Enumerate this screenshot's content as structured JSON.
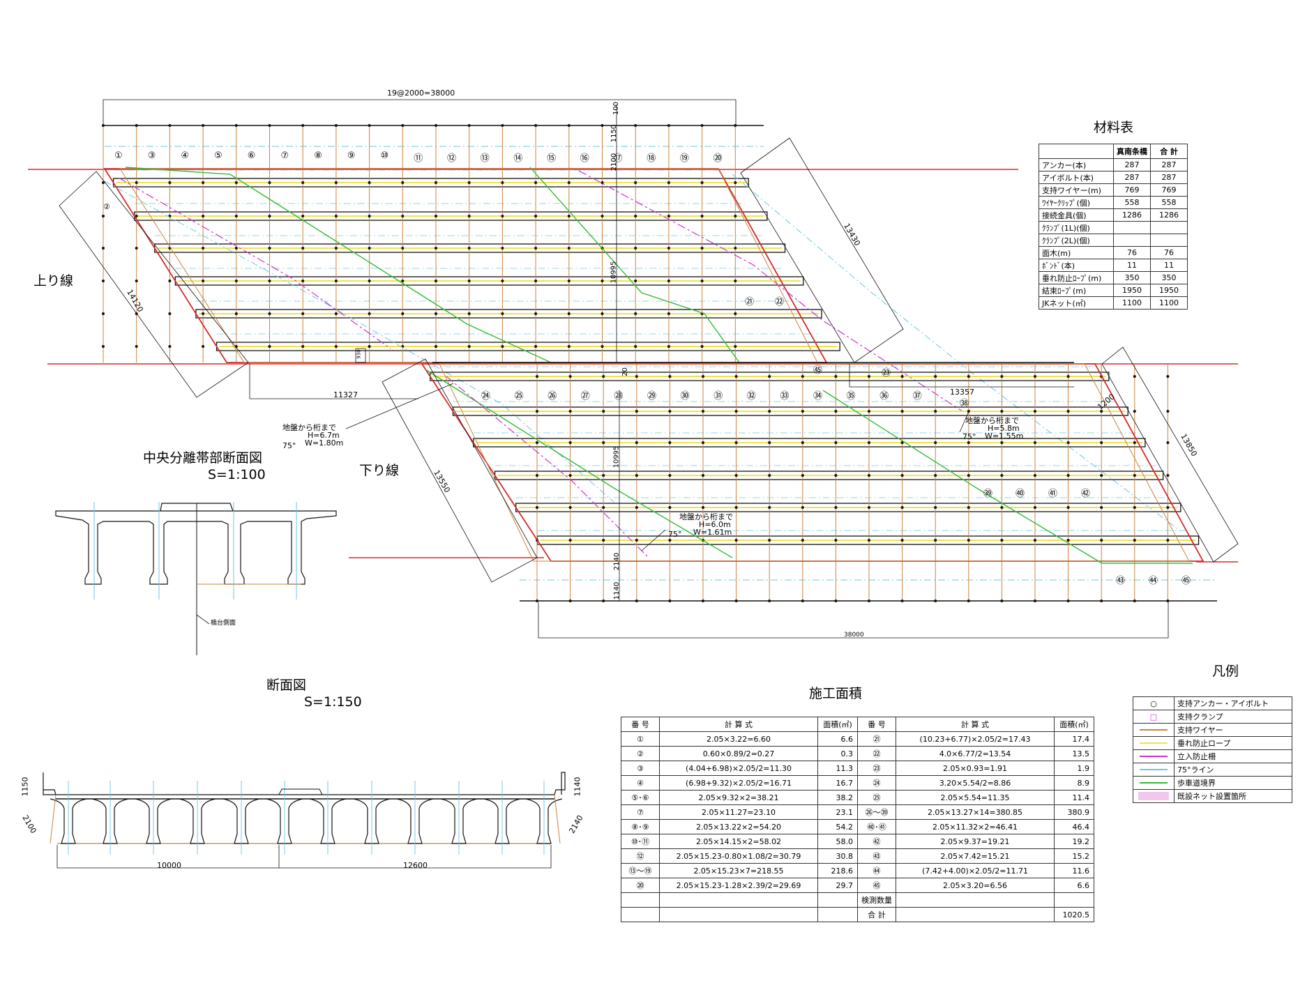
{
  "colors": {
    "red": "#d42a2a",
    "orange": "#c8843c",
    "yellow": "#f2e24a",
    "magenta": "#cc33cc",
    "cyan": "#6cc6e6",
    "green": "#33bb33",
    "pink": "#f0c8ec",
    "black": "#111111"
  },
  "labels": {
    "up_line": "上り線",
    "down_line": "下り線",
    "median_title": "中央分離帯部断面図",
    "median_scale": "S=1:100",
    "section_title": "断面図",
    "section_scale": "S=1:150",
    "material_title": "材料表",
    "area_title": "施工面積",
    "legend_title": "凡例",
    "abutment_side": "橋台側面"
  },
  "dims": {
    "top_span": "19@2000=38000",
    "bottom_span": "38000",
    "top_100": "100",
    "top_1150": "1150",
    "top_2100": "2100",
    "top_10995": "10995",
    "mid_20": "20",
    "mid_930": "930",
    "low_10995": "10995",
    "low_2140": "2140",
    "low_1140": "1140",
    "d11327": "11327",
    "d13357": "13357",
    "d14120": "14120",
    "d13430": "13430",
    "d13550": "13550",
    "d13850": "13850",
    "d1200": "1200",
    "sec_1150": "1150",
    "sec_2100": "2100",
    "sec_1140": "1140",
    "sec_2140": "2140",
    "sec_10000": "10000",
    "sec_12600": "12600"
  },
  "notes": {
    "n1": {
      "t": "地盤から桁まで",
      "h": "H=6.7m",
      "w": "W=1.80m",
      "a": "75°"
    },
    "n2": {
      "t": "地盤から桁まで",
      "h": "H=5.8m",
      "w": "W=1.55m",
      "a": "75°"
    },
    "n3": {
      "t": "地盤から桁まで",
      "h": "H=6.0m",
      "w": "W=1.61m",
      "a": "75°"
    }
  },
  "spans": {
    "top": [
      "①",
      "③",
      "④",
      "⑤",
      "⑥",
      "⑦",
      "⑧",
      "⑨",
      "⑩",
      "⑪",
      "⑫",
      "⑬",
      "⑭",
      "⑮",
      "⑯",
      "⑰",
      "⑱",
      "⑲",
      "⑳"
    ],
    "bottom": [
      "㉔",
      "㉕",
      "㉖",
      "㉗",
      "㉘",
      "㉙",
      "㉚",
      "㉛",
      "㉜",
      "㉝",
      "㉞",
      "㉟",
      "㊱",
      "㊲"
    ],
    "misc": {
      "s2": "②",
      "s21": "㉑",
      "s22": "㉒",
      "s45a": "㊺",
      "s23": "㉓",
      "s38": "㊳",
      "s39": "㊴",
      "s40": "㊵",
      "s41": "㊶",
      "s42": "㊷",
      "s43": "㊸",
      "s44": "㊹",
      "s45b": "㊺"
    }
  },
  "materials": {
    "header": [
      "",
      "真南条橋",
      "合 計"
    ],
    "rows": [
      [
        "アンカー(本)",
        "287",
        "287"
      ],
      [
        "アイボルト(本)",
        "287",
        "287"
      ],
      [
        "支持ワイヤー(m)",
        "769",
        "769"
      ],
      [
        "ﾜｲﾔｰｸﾘｯﾌﾟ(個)",
        "558",
        "558"
      ],
      [
        "接続金具(個)",
        "1286",
        "1286"
      ],
      [
        "ｸﾗﾝﾌﾟ(1L)(個)",
        "",
        ""
      ],
      [
        "ｸﾗﾝﾌﾟ(2L)(個)",
        "",
        ""
      ],
      [
        "面木(m)",
        "76",
        "76"
      ],
      [
        "ﾎﾞﾝﾄﾞ(本)",
        "11",
        "11"
      ],
      [
        "垂れ防止ﾛｰﾌﾟ(m)",
        "350",
        "350"
      ],
      [
        "結束ﾛｰﾌﾟ(m)",
        "1950",
        "1950"
      ],
      [
        "JKネット(㎡)",
        "1100",
        "1100"
      ]
    ]
  },
  "areas": {
    "header": [
      "番 号",
      "計 算 式",
      "面積(㎡)",
      "番 号",
      "計 算 式",
      "面積(㎡)"
    ],
    "rows": [
      [
        "①",
        "2.05×3.22=6.60",
        "6.6",
        "㉑",
        "(10.23+6.77)×2.05/2=17.43",
        "17.4"
      ],
      [
        "②",
        "0.60×0.89/2=0.27",
        "0.3",
        "㉒",
        "4.0×6.77/2=13.54",
        "13.5"
      ],
      [
        "③",
        "(4.04+6.98)×2.05/2=11.30",
        "11.3",
        "㉓",
        "2.05×0.93=1.91",
        "1.9"
      ],
      [
        "④",
        "(6.98+9.32)×2.05/2=16.71",
        "16.7",
        "㉔",
        "3.20×5.54/2=8.86",
        "8.9"
      ],
      [
        "⑤･⑥",
        "2.05×9.32×2=38.21",
        "38.2",
        "㉕",
        "2.05×5.54=11.35",
        "11.4"
      ],
      [
        "⑦",
        "2.05×11.27=23.10",
        "23.1",
        "㉖～㊴",
        "2.05×13.27×14=380.85",
        "380.9"
      ],
      [
        "⑧･⑨",
        "2.05×13.22×2=54.20",
        "54.2",
        "㊵･㊶",
        "2.05×11.32×2=46.41",
        "46.4"
      ],
      [
        "⑩･⑪",
        "2.05×14.15×2=58.02",
        "58.0",
        "㊷",
        "2.05×9.37=19.21",
        "19.2"
      ],
      [
        "⑫",
        "2.05×15.23-0.80×1.08/2=30.79",
        "30.8",
        "㊸",
        "2.05×7.42=15.21",
        "15.2"
      ],
      [
        "⑬～⑲",
        "2.05×15.23×7=218.55",
        "218.6",
        "㊹",
        "(7.42+4.00)×2.05/2=11.71",
        "11.6"
      ],
      [
        "⑳",
        "2.05×15.23-1.28×2.39/2=29.69",
        "29.7",
        "㊺",
        "2.05×3.20=6.56",
        "6.6"
      ],
      [
        "",
        "",
        "",
        "検測数量",
        "",
        ""
      ],
      [
        "",
        "",
        "",
        "合 計",
        "",
        "1020.5"
      ]
    ]
  },
  "legend": [
    {
      "sym": "○",
      "label": "支持アンカー・アイボルト"
    },
    {
      "sym": "□",
      "label": "支持クランプ"
    },
    {
      "sym": "line-orange",
      "label": "支持ワイヤー"
    },
    {
      "sym": "line-yellow",
      "label": "垂れ防止ロープ"
    },
    {
      "sym": "line-magenta",
      "label": "立入防止柵"
    },
    {
      "sym": "line-cyan",
      "label": "75°ライン"
    },
    {
      "sym": "line-green",
      "label": "歩車道境界"
    },
    {
      "sym": "fill-pink",
      "label": "既設ネット設置箇所"
    }
  ]
}
